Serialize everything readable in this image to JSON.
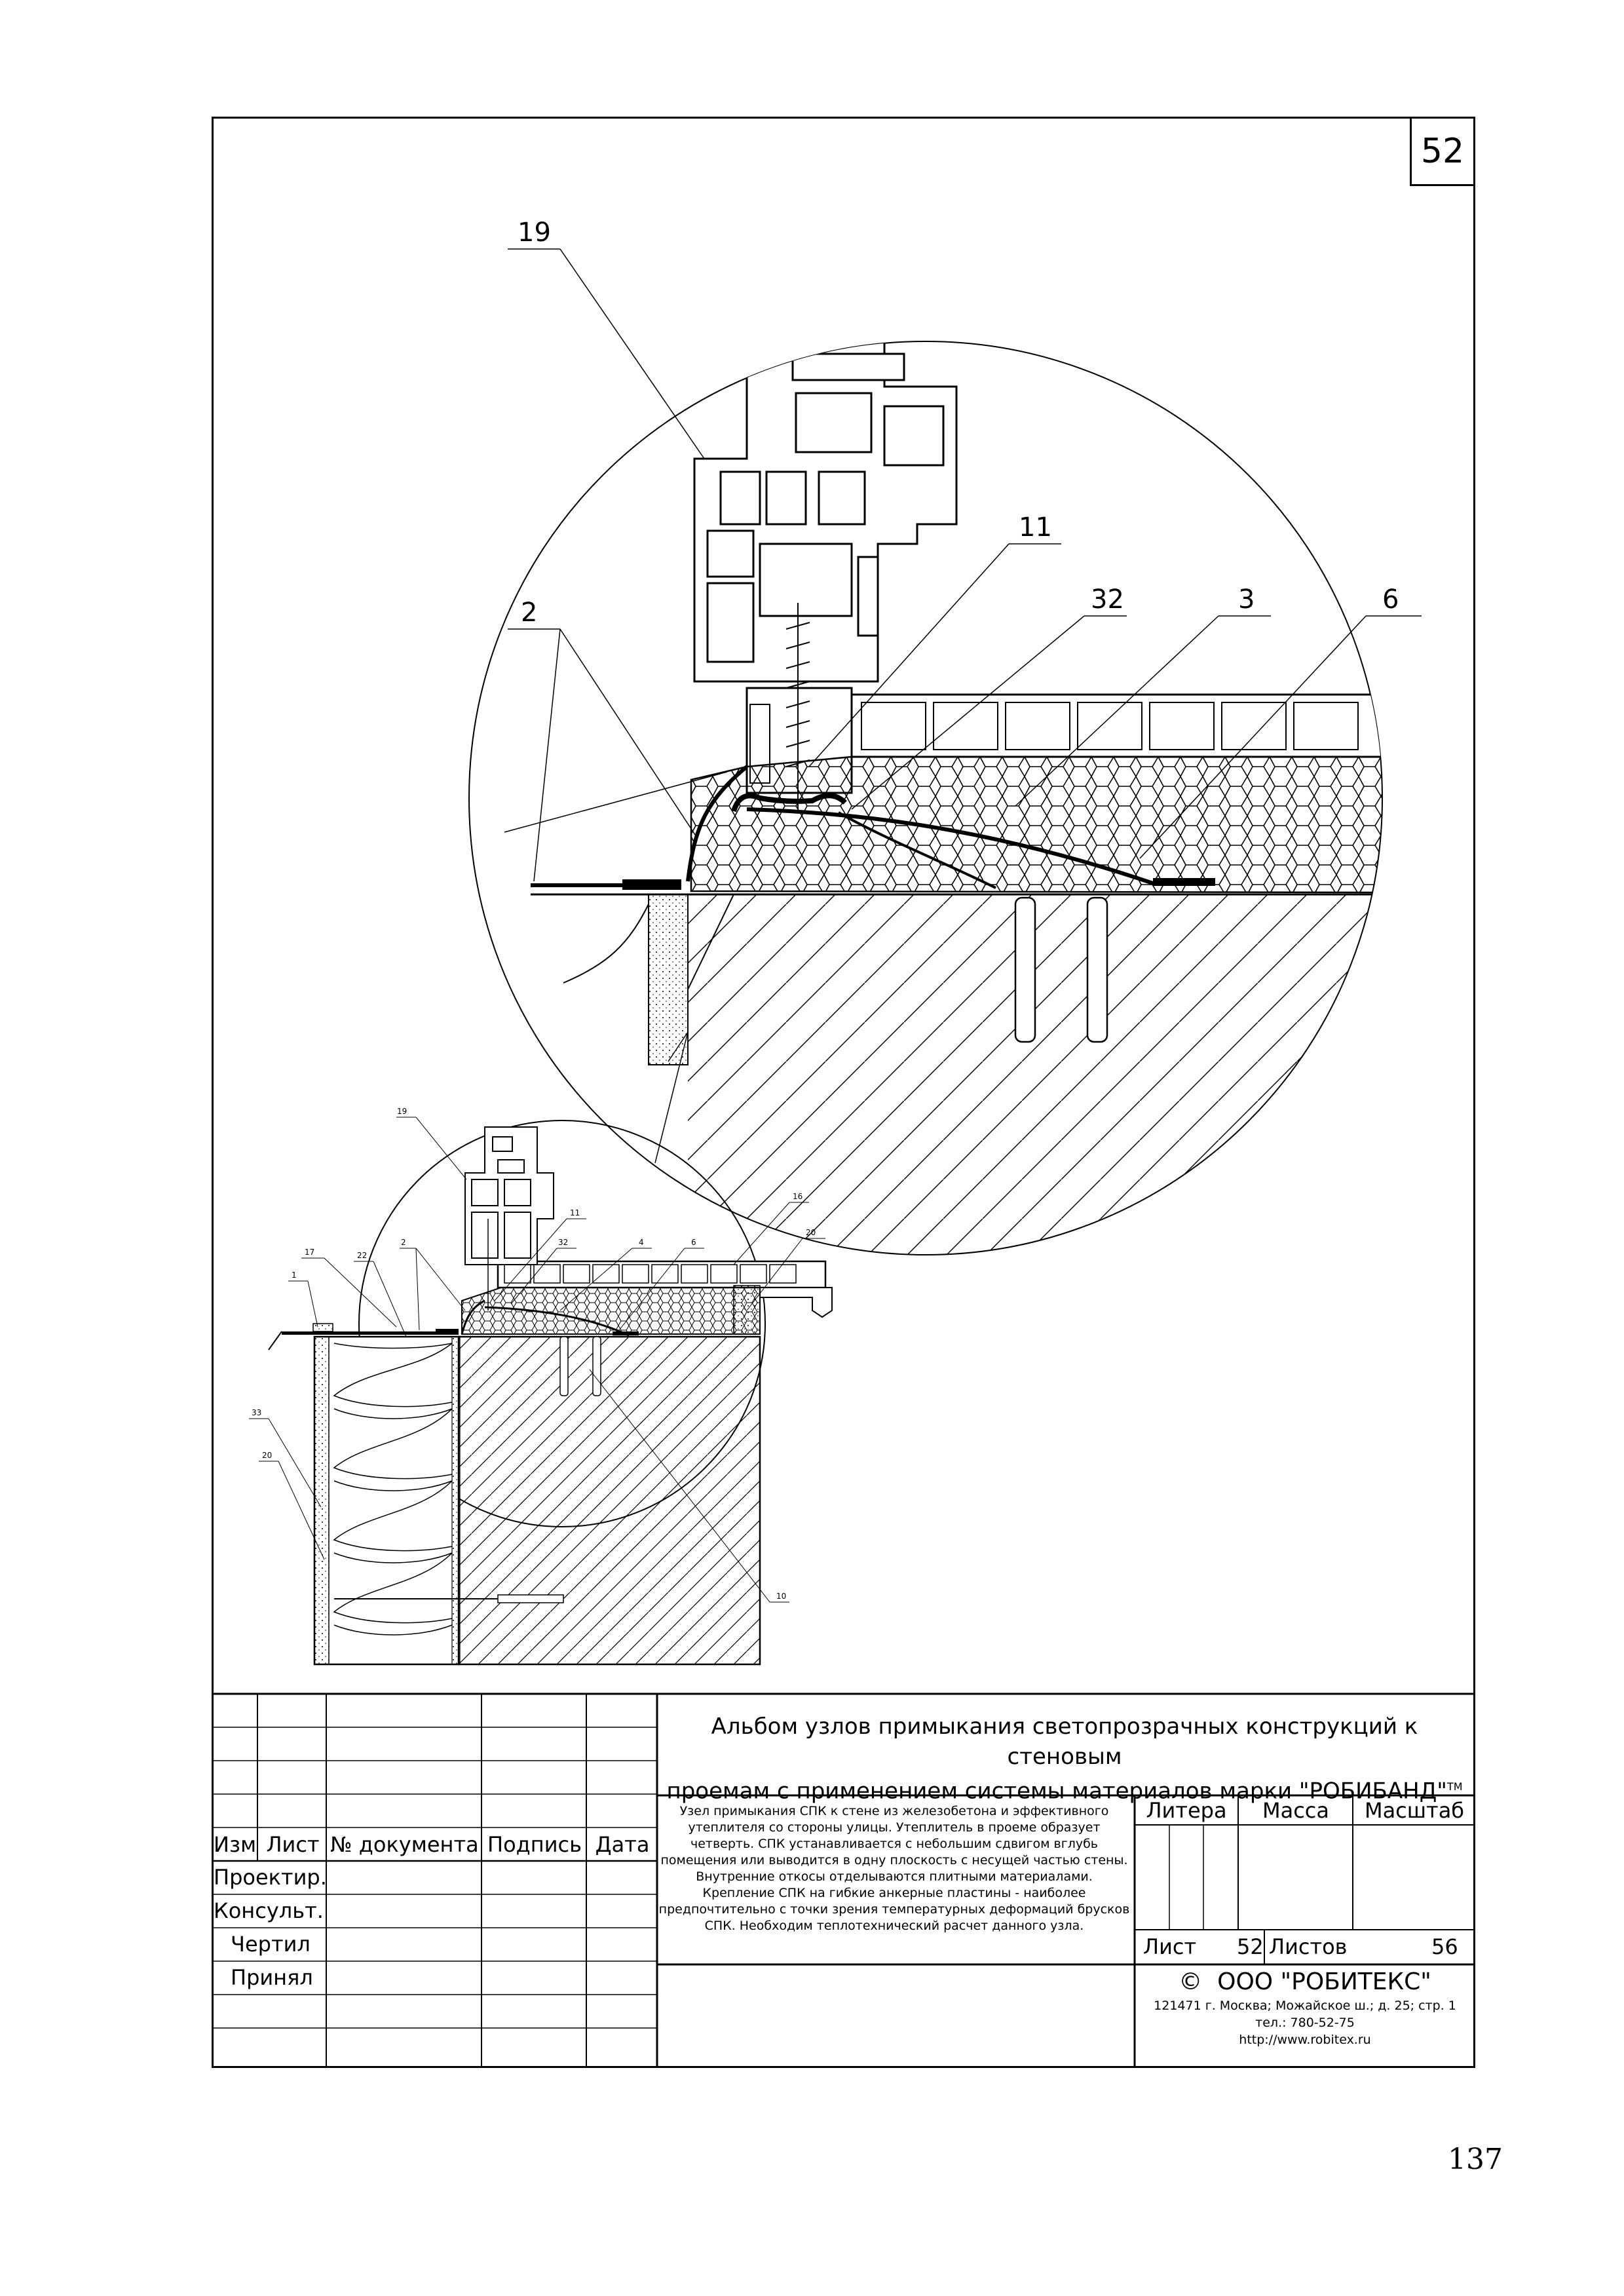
{
  "sheet_number": "52",
  "page_number": "137",
  "detail_large": {
    "callouts": [
      "19",
      "11",
      "32",
      "3",
      "6",
      "2"
    ]
  },
  "detail_small": {
    "callouts": [
      "19",
      "11",
      "32",
      "4",
      "6",
      "16",
      "20",
      "17",
      "22",
      "2",
      "1",
      "33",
      "20",
      "10"
    ]
  },
  "title_block": {
    "headers": {
      "izm": "Изм",
      "list": "Лист",
      "doc": "№ документа",
      "sign": "Подпись",
      "date": "Дата"
    },
    "roles": [
      "Проектир.",
      "Консульт.",
      "Чертил",
      "Принял"
    ],
    "album_title_line1": "Альбом узлов примыкания светопрозрачных конструкций к стеновым",
    "album_title_line2": "проемам с применением системы материалов марки \"РОБИБАНД\"",
    "trademark": "ТМ",
    "description": "Узел примыкания СПК к стене из железобетона и эффективного утеплителя со стороны улицы. Утеплитель в проеме образует четверть. СПК устанавливается с небольшим сдвигом вглубь помещения или выводится в одну плоскость с несущей частью стены. Внутренние откосы отделываются плитными материалами. Крепление СПК на гибкие анкерные пластины - наиболее предпочтительно с точки зрения температурных деформаций брусков СПК. Необходим теплотехнический расчет данного узла.",
    "litera_label": "Литера",
    "massa_label": "Масса",
    "masshtab_label": "Масштаб",
    "list_label": "Лист",
    "list_value": "52",
    "listov_label": "Листов",
    "listov_value": "56",
    "copyright": "©",
    "company_name": "ООО \"РОБИТЕКС\"",
    "address": "121471 г. Москва; Можайское ш.; д. 25; стр. 1",
    "phone": "тел.: 780-52-75",
    "website": "http://www.robitex.ru"
  }
}
